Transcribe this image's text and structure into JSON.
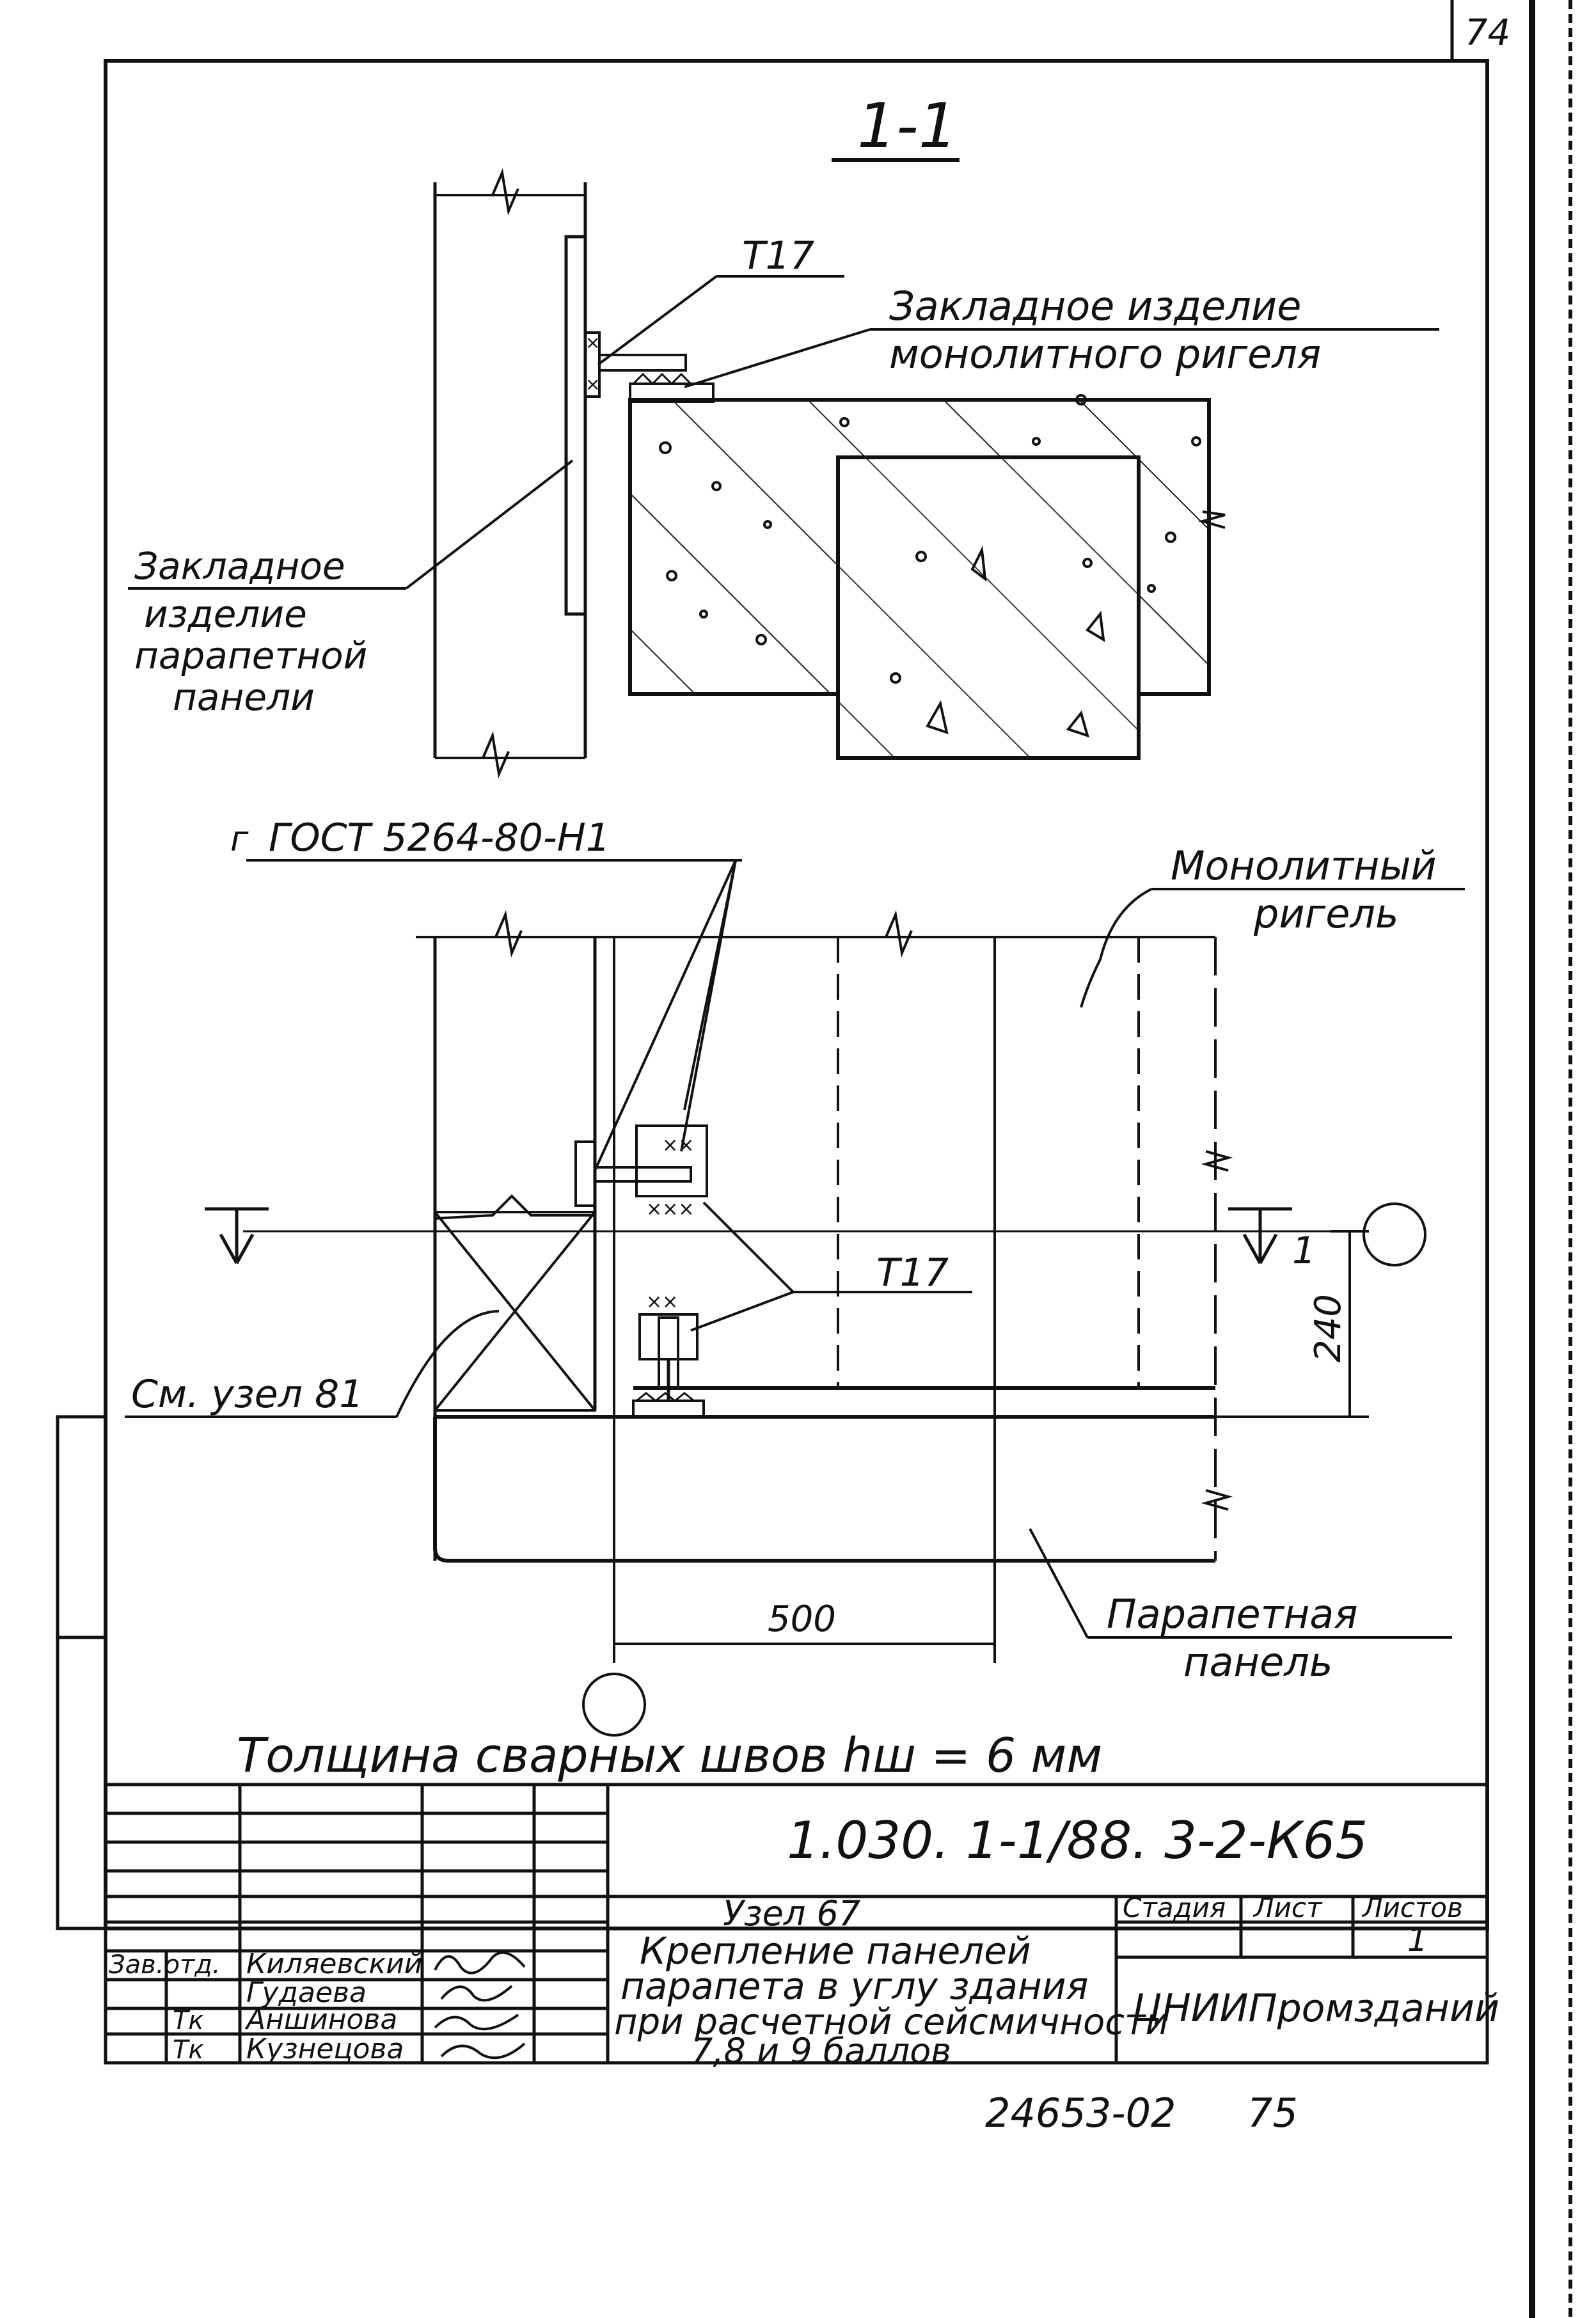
{
  "sheet": {
    "page_number_top": "74",
    "section_title": "1-1",
    "stamp_sheet_number": "24653-02",
    "stamp_page_number": "75",
    "ink_color": "#111111",
    "paper_color": "#ffffff"
  },
  "section_view": {
    "weld_mark": "T17",
    "embedded_ribbon_line1": "Закладное изделие",
    "embedded_ribbon_line2": "монолитного ригеля",
    "embedded_panel_line1": "Закладное",
    "embedded_panel_line2": "изделие",
    "embedded_panel_line3": "парапетной",
    "embedded_panel_line4": "панели"
  },
  "plan_view": {
    "gost_label": "ГОСТ 5264-80-Н1",
    "gost_prefix": "г",
    "monolith_label_line1": "Монолитный",
    "monolith_label_line2": "ригель",
    "weld_mark": "T17",
    "see_node": "См. узел 81",
    "section_marker": "1",
    "dim_240": "240",
    "dim_500": "500",
    "parapet_label_line1": "Парапетная",
    "parapet_label_line2": "панель"
  },
  "note": {
    "weld_thickness": "Толщина сварных швов hш = 6 мм"
  },
  "title_block": {
    "designation": "1.030. 1-1/88. 3-2-К65",
    "node_title": "Узел 67",
    "description_line1": "Крепление панелей",
    "description_line2": "парапета в углу здания",
    "description_line3": "при расчетной сейсмичности",
    "description_line4": "7,8 и 9 баллов",
    "col_stage": "Стадия",
    "col_sheet": "Лист",
    "col_sheets": "Листов",
    "sheets_value": "1",
    "organization": "ЦНИИПромзданий",
    "signatures": [
      {
        "role": "Зав.отд.",
        "name": "Киляевский"
      },
      {
        "role": "",
        "name": "Гудаева"
      },
      {
        "role": "Тк",
        "name": "Аншинова"
      },
      {
        "role": "Тк",
        "name": "Кузнецова"
      }
    ]
  }
}
